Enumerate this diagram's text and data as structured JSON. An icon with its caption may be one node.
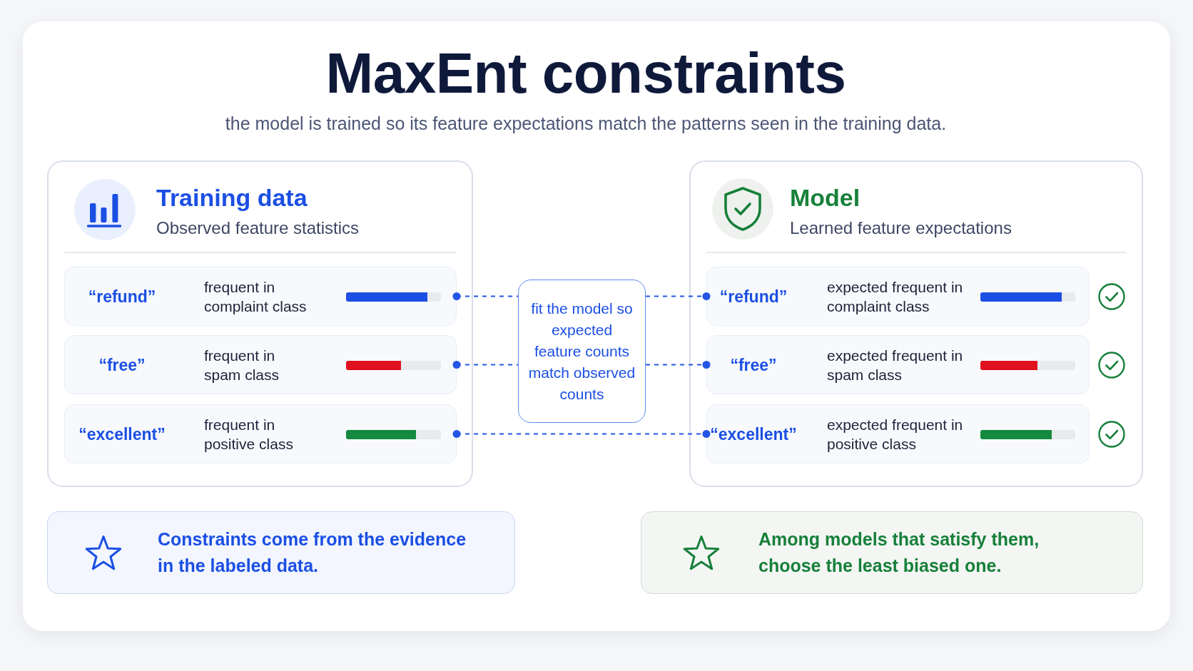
{
  "diagram": {
    "title": "MaxEnt constraints",
    "nodes": [
      {
        "text": [
          "Training data",
          "Observed feature statistics"
        ]
      },
      {
        "text": [
          "“refund”",
          "frequent in complaint class"
        ],
        "in": 0
      },
      {
        "text": [
          "“free”",
          "frequent in spam class"
        ],
        "in": 0
      },
      {
        "text": [
          "“excellent”",
          "frequent in positive class"
        ],
        "in": 0
      },
      {
        "text": [
          "fit the model so expected feature counts match observed counts"
        ]
      },
      {
        "text": [
          "Model",
          "Learned feature expectations"
        ]
      },
      {
        "text": [
          "“refund”",
          "expected frequent in complaint class"
        ],
        "in": 5
      },
      {
        "text": [
          "“free”",
          "expected frequent in spam class"
        ],
        "in": 5
      },
      {
        "text": [
          "“excellent”",
          "expected frequent in positive class"
        ],
        "in": 5
      },
      {
        "text": [
          "Constraints come from the evidence in the labeled data."
        ]
      },
      {
        "text": [
          "Among models that satisfy them, choose the least biased one."
        ]
      }
    ],
    "edges": [
      {
        "from": 1,
        "to": 4,
        "arrow": "other",
        "style": "dashed"
      },
      {
        "from": 4,
        "to": 6,
        "arrow": "other",
        "style": "dashed"
      },
      {
        "from": 2,
        "to": 4,
        "arrow": "other",
        "style": "dashed"
      },
      {
        "from": 4,
        "to": 7,
        "arrow": "other",
        "style": "dashed"
      },
      {
        "from": 3,
        "to": 8,
        "arrow": "other",
        "style": "dashed"
      }
    ],
    "labels": [
      "the model is trained so its feature expectations match the patterns seen in the training data."
    ]
  }
}
